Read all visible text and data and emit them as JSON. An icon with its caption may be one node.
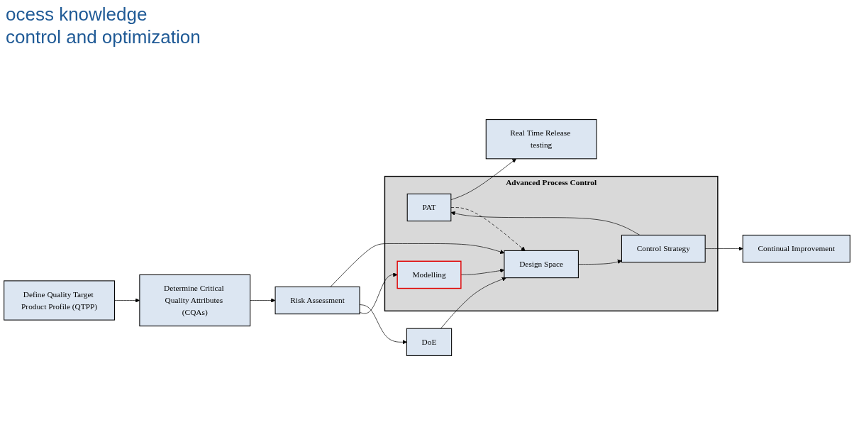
{
  "diagram": {
    "nodes": [
      {
        "text": [
          "Real Time Release testing"
        ]
      },
      {
        "text": [
          "Advanced Process Control"
        ]
      },
      {
        "text": [
          "PAT"
        ],
        "in": 1
      },
      {
        "text": [
          "Define Quality Target Product Profile (QTPP)"
        ]
      },
      {
        "text": [
          "Determine Critical Quality Attributes (CQAs)"
        ]
      },
      {
        "text": [
          "Risk Assessment"
        ]
      },
      {
        "text": [
          "Design Space"
        ],
        "in": 1
      },
      {
        "text": [
          "Control Strategy"
        ],
        "in": 1
      },
      {
        "text": [
          "Continual Improvement"
        ]
      },
      {
        "text": [
          "DoE"
        ]
      },
      {
        "text": [
          "Modelling"
        ],
        "in": 1
      }
    ],
    "edges": [
      {
        "from": 3,
        "to": 4,
        "arrow": "to"
      },
      {
        "from": 4,
        "to": 5,
        "arrow": "to"
      },
      {
        "from": 5,
        "to": 6,
        "arrow": "to"
      },
      {
        "from": 6,
        "to": 7,
        "arrow": "to"
      },
      {
        "from": 7,
        "to": 8,
        "arrow": "to"
      },
      {
        "from": 7,
        "to": 2,
        "arrow": "to"
      },
      {
        "from": 2,
        "to": 0,
        "arrow": "to"
      },
      {
        "from": 2,
        "to": 6,
        "arrow": "to",
        "style": "dashed"
      },
      {
        "from": 5,
        "to": 9,
        "arrow": "to"
      },
      {
        "from": 5,
        "to": 10,
        "arrow": "to"
      },
      {
        "from": 9,
        "to": 6,
        "arrow": "to"
      },
      {
        "from": 10,
        "to": 6,
        "arrow": "to"
      }
    ],
    "labels": [
      "ocess knowledge",
      "control and optimization"
    ]
  }
}
